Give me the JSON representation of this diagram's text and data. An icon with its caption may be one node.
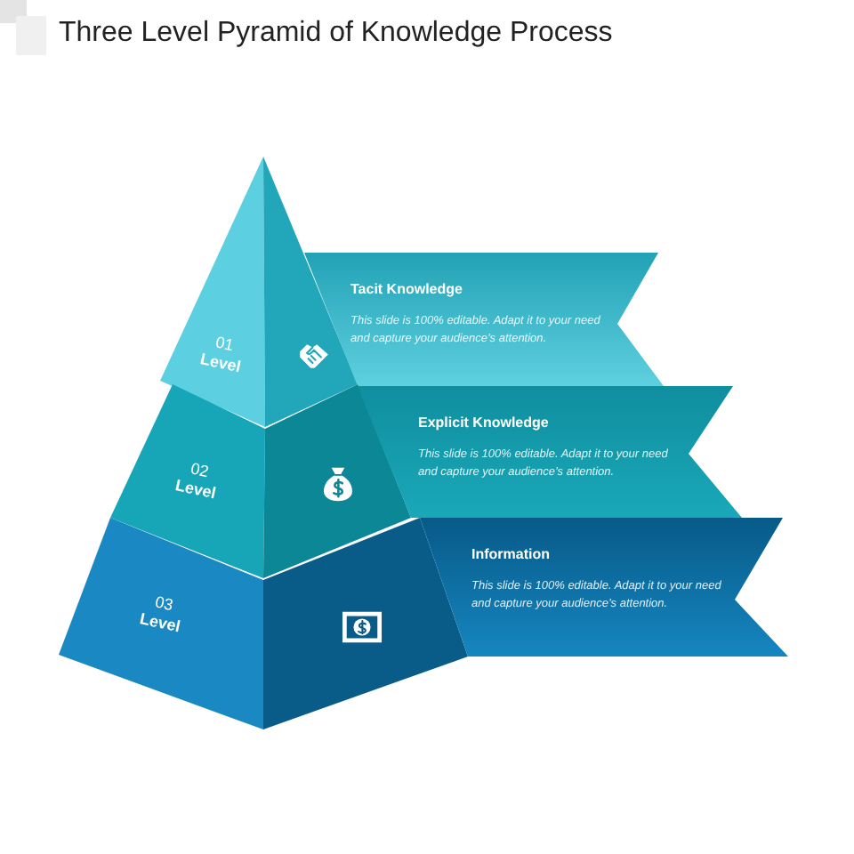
{
  "diagram": {
    "title": "Three Level Pyramid of Knowledge Process",
    "nodes": [
      {
        "text": [
          "01 **Level**"
        ]
      },
      {
        "text": [
          "Tacit Knowledge",
          "This slide is 100% editable. Adapt it to your need and capture your audience’s attention."
        ]
      },
      {
        "text": [
          "02 **Level**"
        ]
      },
      {
        "text": [
          "Explicit Knowledge",
          "This slide is 100% editable. Adapt it to your need and capture your audience’s attention."
        ]
      },
      {
        "text": [
          "03 **Level**"
        ]
      },
      {
        "text": [
          "Information",
          "This slide is 100% editable. Adapt it to your need and capture your audience’s attention."
        ]
      }
    ]
  }
}
